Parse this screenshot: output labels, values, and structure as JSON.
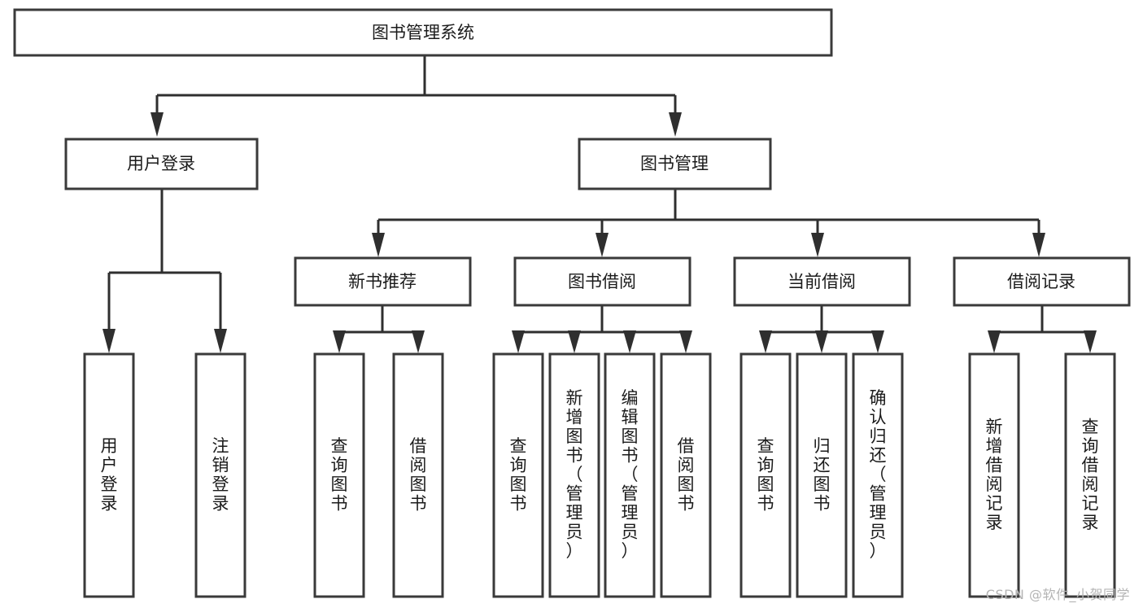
{
  "diagram": {
    "title": "图书管理系统",
    "watermark": "CSDN @软件_小贺同学",
    "colors": {
      "box_stroke": "#3a3a3a",
      "connector": "#2f2f2f",
      "text": "#1b1b1b",
      "background": "#ffffff",
      "watermark": "#b4b4b4"
    },
    "nodes": {
      "root": "图书管理系统",
      "level2": {
        "user_login": "用户登录",
        "book_manage": "图书管理"
      },
      "level3": {
        "new_book_rec": "新书推荐",
        "book_borrow": "图书借阅",
        "current_borrow": "当前借阅",
        "borrow_record": "借阅记录"
      },
      "leaves": {
        "login_1": "用户登录",
        "login_2": "注销登录",
        "rec_1": "查询图书",
        "rec_2": "借阅图书",
        "borrow_1": "查询图书",
        "borrow_2": "新增图书（管理员）",
        "borrow_3": "编辑图书（管理员）",
        "borrow_4": "借阅图书",
        "current_1": "查询图书",
        "current_2": "归还图书",
        "current_3": "确认归还（管理员）",
        "record_1": "新增借阅记录",
        "record_2": "查询借阅记录"
      }
    }
  }
}
